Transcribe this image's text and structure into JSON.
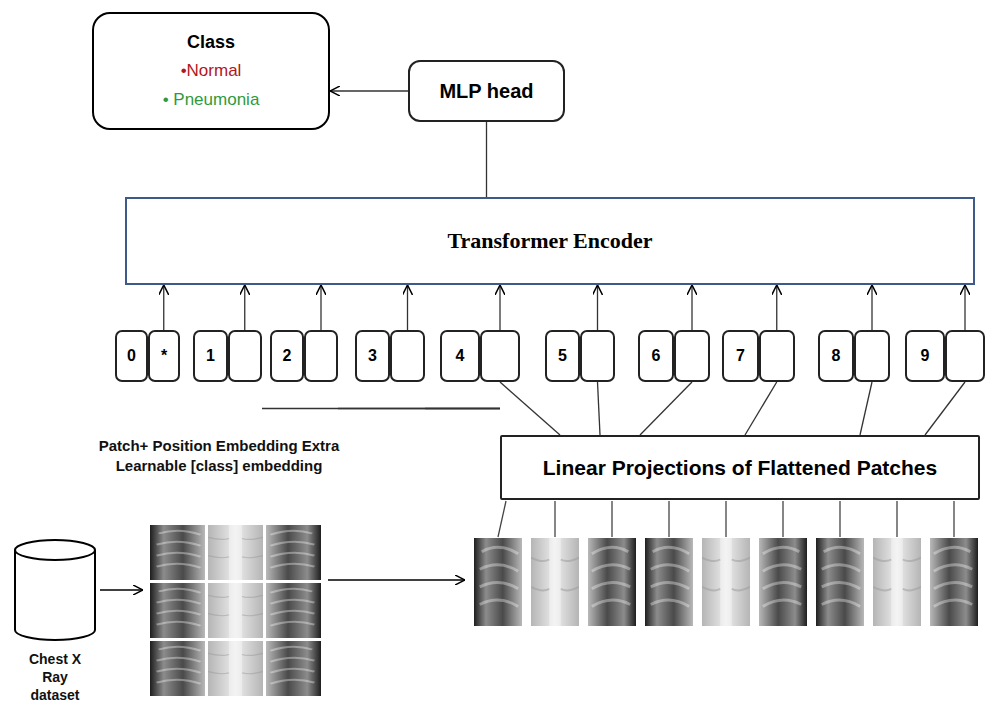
{
  "diagram": {
    "nodes": [
      {
        "text": [
          "Class",
          "•Normal",
          "• Pneumonia"
        ]
      },
      {
        "text": [
          "MLP head"
        ]
      },
      {
        "text": [
          "Transformer Encoder"
        ]
      },
      {
        "text": [
          "0",
          "*"
        ]
      },
      {
        "text": [
          "1"
        ]
      },
      {
        "text": [
          "2"
        ]
      },
      {
        "text": [
          "3"
        ]
      },
      {
        "text": [
          "4"
        ]
      },
      {
        "text": [
          "5"
        ]
      },
      {
        "text": [
          "6"
        ]
      },
      {
        "text": [
          "7"
        ]
      },
      {
        "text": [
          "8"
        ]
      },
      {
        "text": [
          "9"
        ]
      },
      {
        "text": [
          "Linear Projections of Flattened Patches"
        ]
      }
    ],
    "edges": [
      {
        "from": 1,
        "to": 0,
        "arrow": "to"
      },
      {
        "from": 2,
        "to": 1,
        "arrow": "none"
      },
      {
        "from": 3,
        "to": 2,
        "arrow": "to"
      },
      {
        "from": 4,
        "to": 2,
        "arrow": "to"
      },
      {
        "from": 5,
        "to": 2,
        "arrow": "to"
      },
      {
        "from": 6,
        "to": 2,
        "arrow": "to"
      },
      {
        "from": 7,
        "to": 2,
        "arrow": "to"
      },
      {
        "from": 8,
        "to": 2,
        "arrow": "to"
      },
      {
        "from": 9,
        "to": 2,
        "arrow": "to"
      },
      {
        "from": 10,
        "to": 2,
        "arrow": "to"
      },
      {
        "from": 11,
        "to": 2,
        "arrow": "to"
      },
      {
        "from": 12,
        "to": 2,
        "arrow": "to"
      },
      {
        "from": 13,
        "to": 4,
        "arrow": "none"
      },
      {
        "from": 13,
        "to": 5,
        "arrow": "none"
      },
      {
        "from": 13,
        "to": 6,
        "arrow": "none"
      },
      {
        "from": 13,
        "to": 7,
        "arrow": "none"
      },
      {
        "from": 13,
        "to": 8,
        "arrow": "none"
      },
      {
        "from": 13,
        "to": 9,
        "arrow": "none"
      },
      {
        "from": 13,
        "to": 10,
        "arrow": "none"
      },
      {
        "from": 13,
        "to": 11,
        "arrow": "none"
      },
      {
        "from": 13,
        "to": 12,
        "arrow": "none"
      }
    ],
    "labels": [
      "Patch+ Position Embedding Extra Learnable [class] embedding",
      "Chest X Ray dataset"
    ]
  }
}
